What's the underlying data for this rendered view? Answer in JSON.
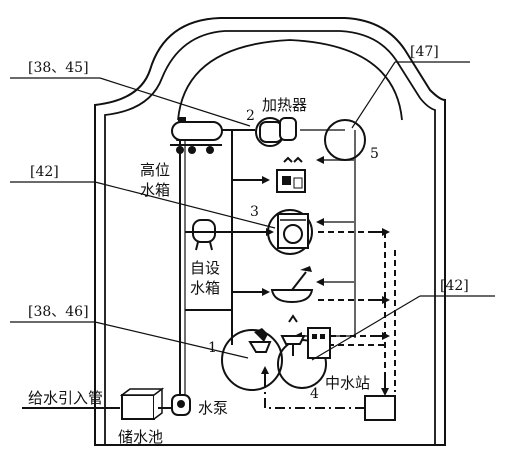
{
  "references": {
    "ref_38_45": "[38、45]",
    "ref_47": "[47]",
    "ref_42_top": "[42]",
    "ref_38_46": "[38、46]",
    "ref_42_bottom": "[42]"
  },
  "labels": {
    "heater": "加热器",
    "high_tank_line1": "高位",
    "high_tank_line2": "水箱",
    "own_tank_line1": "自设",
    "own_tank_line2": "水箱",
    "inlet_pipe": "给水引入管",
    "pump": "水泵",
    "reservoir": "储水池",
    "reclaimed_station": "中水站"
  },
  "numbers": {
    "n1": "1",
    "n2": "2",
    "n3": "3",
    "n4": "4",
    "n5": "5"
  }
}
